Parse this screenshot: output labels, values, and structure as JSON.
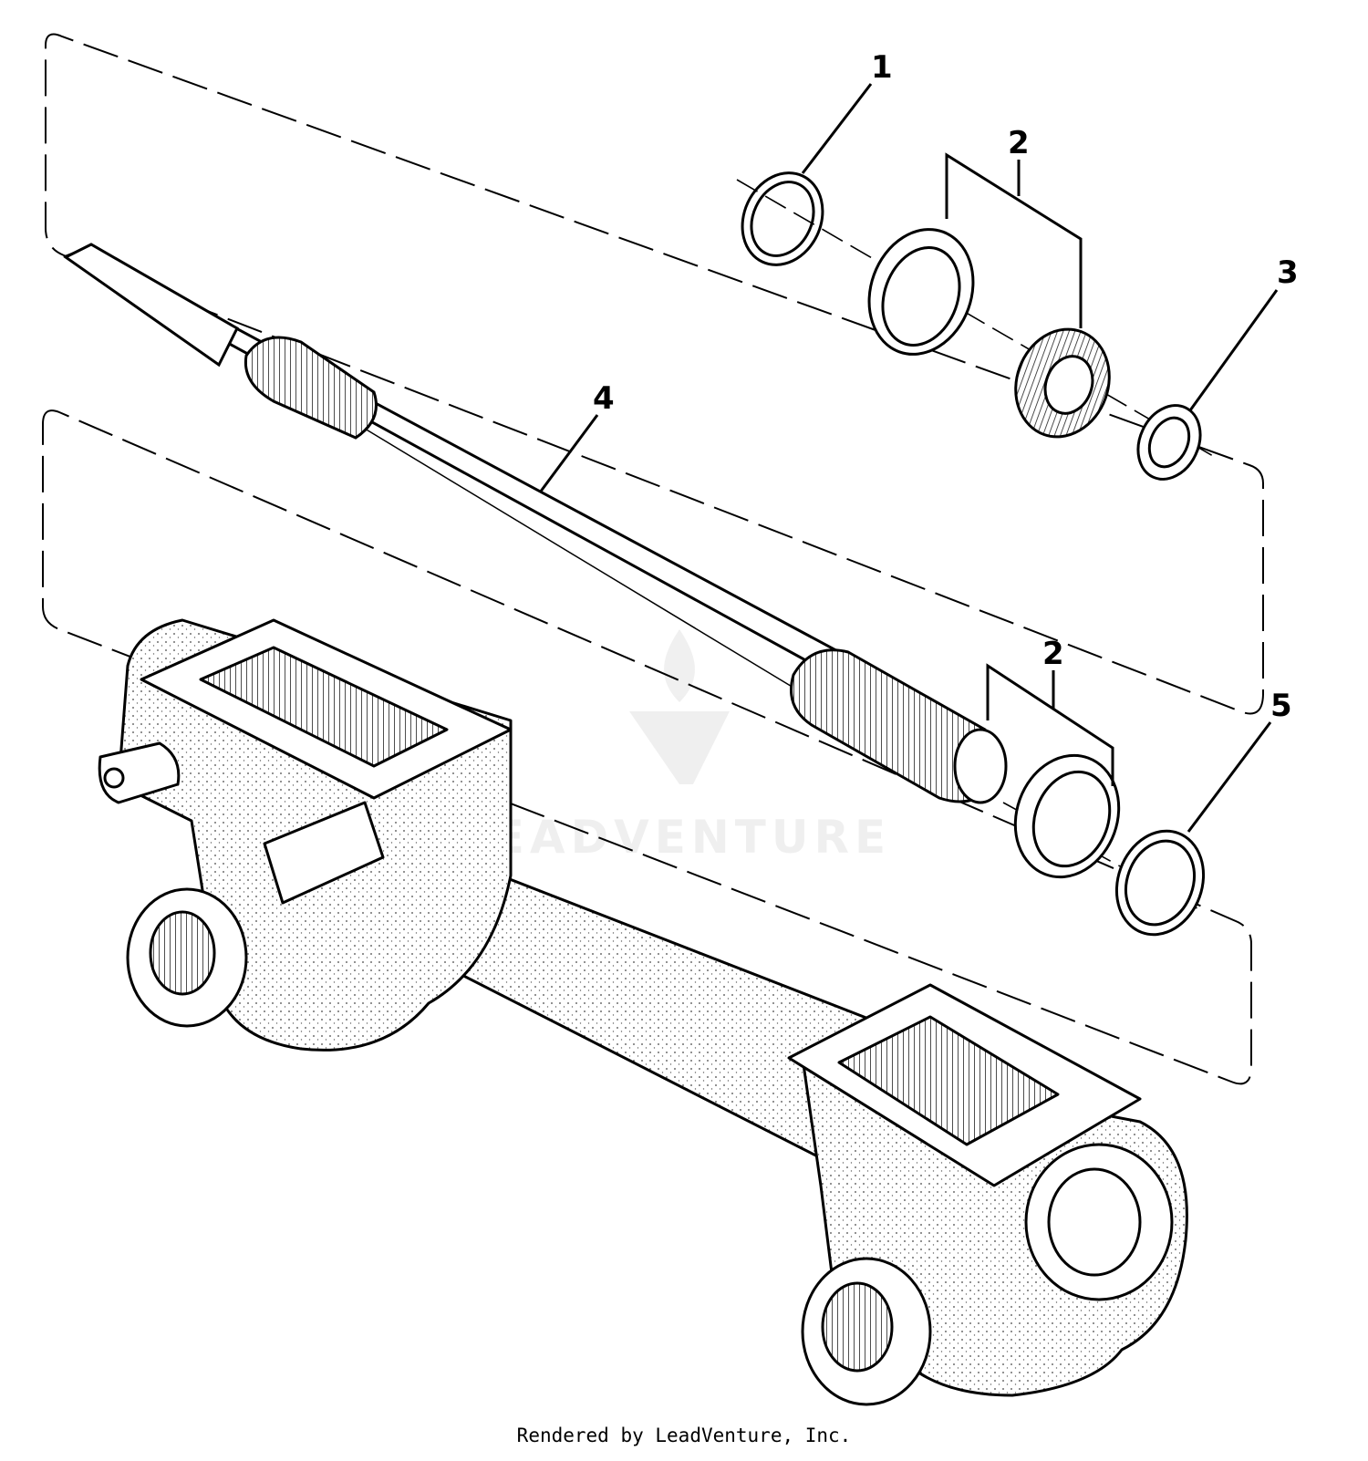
{
  "callouts": {
    "c1": "1",
    "c2a": "2",
    "c3": "3",
    "c4": "4",
    "c2b": "2",
    "c5": "5"
  },
  "watermark": "LEADVENTURE",
  "footer": "Rendered by LeadVenture, Inc."
}
